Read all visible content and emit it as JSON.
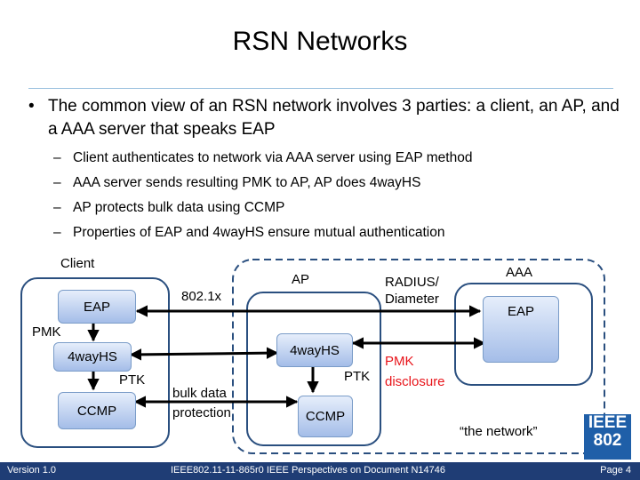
{
  "slide": {
    "title": "RSN Networks",
    "bullet": "The common view of an RSN network involves 3 parties: a client, an AP, and a AAA server that speaks EAP",
    "sub_bullets": [
      "Client authenticates to network via AAA server using EAP method",
      "AAA server sends resulting PMK to AP, AP does 4wayHS",
      "AP protects bulk data using CCMP",
      "Properties of EAP and 4wayHS ensure mutual authentication"
    ]
  },
  "diagram": {
    "client_label": "Client",
    "ap_label": "AP",
    "aaa_label": "AAA",
    "client_eap": "EAP",
    "client_4way": "4wayHS",
    "client_ccmp": "CCMP",
    "ap_4way": "4wayHS",
    "ap_ccmp": "CCMP",
    "aaa_eap": "EAP",
    "label_8021x": "802.1x",
    "label_radius_1": "RADIUS/",
    "label_radius_2": "Diameter",
    "label_pmk": "PMK",
    "label_ptk_client": "PTK",
    "label_ptk_ap": "PTK",
    "label_bulk_1": "bulk data",
    "label_bulk_2": "protection",
    "label_pmk_disc_1": "PMK",
    "label_pmk_disc_2": "disclosure",
    "network_label": "“the network”"
  },
  "colors": {
    "footer": "#1f3d75",
    "pmk_disclosure": "#e8141a",
    "container_border": "#2a4f7f"
  },
  "logo": {
    "line1": "IEEE",
    "line2": "802"
  },
  "footer": {
    "version": "Version 1.0",
    "center": "IEEE802.11-11-865r0 IEEE Perspectives on Document N14746",
    "page": "Page 4"
  }
}
